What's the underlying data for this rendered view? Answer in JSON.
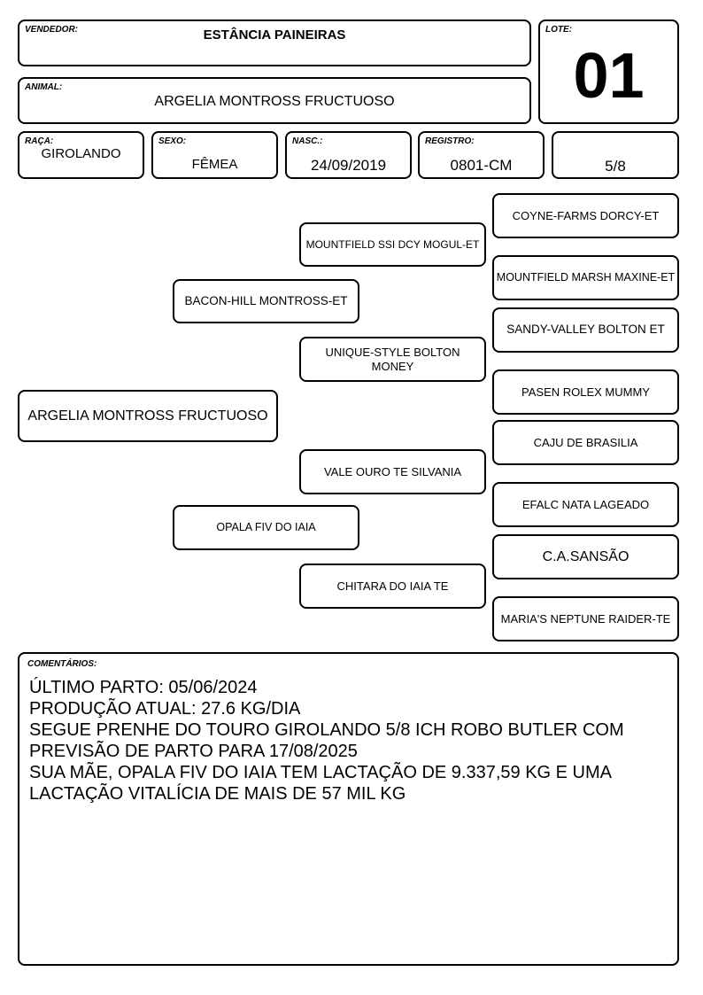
{
  "header": {
    "vendedor_label": "VENDEDOR:",
    "vendedor": "ESTÂNCIA PAINEIRAS",
    "lote_label": "LOTE:",
    "lote": "01",
    "animal_label": "ANIMAL:",
    "animal": "ARGELIA MONTROSS FRUCTUOSO"
  },
  "info": {
    "raca_label": "RAÇA:",
    "raca": "GIROLANDO",
    "sexo_label": "SEXO:",
    "sexo": "FÊMEA",
    "nasc_label": "NASC.:",
    "nasc": "24/09/2019",
    "registro_label": "REGISTRO:",
    "registro": "0801-CM",
    "grau_sangue": "5/8"
  },
  "pedigree": {
    "animal": "ARGELIA MONTROSS FRUCTUOSO",
    "sire": "BACON-HILL MONTROSS-ET",
    "dam": "OPALA FIV DO IAIA",
    "sire_sire": "MOUNTFIELD SSI DCY MOGUL-ET",
    "sire_dam": "UNIQUE-STYLE BOLTON MONEY",
    "dam_sire": "VALE OURO TE SILVANIA",
    "dam_dam": "CHITARA DO IAIA TE",
    "ss_sire": "COYNE-FARMS DORCY-ET",
    "ss_dam": "MOUNTFIELD MARSH MAXINE-ET",
    "sd_sire": "SANDY-VALLEY BOLTON ET",
    "sd_dam": "PASEN ROLEX MUMMY",
    "ds_sire": "CAJU DE BRASILIA",
    "ds_dam": "EFALC NATA LAGEADO",
    "dd_sire": "C.A.SANSÃO",
    "dd_dam": "MARIA'S NEPTUNE RAIDER-TE"
  },
  "comentarios": {
    "label": "COMENTÁRIOS:",
    "lines": [
      "ÚLTIMO PARTO: 05/06/2024",
      "PRODUÇÃO ATUAL: 27.6 KG/DIA",
      "SEGUE PRENHE DO TOURO GIROLANDO 5/8 ICH ROBO BUTLER COM PREVISÃO DE PARTO PARA 17/08/2025",
      "SUA MÃE, OPALA FIV DO IAIA TEM LACTAÇÃO DE 9.337,59 KG E UMA LACTAÇÃO VITALÍCIA DE MAIS DE 57 MIL KG"
    ]
  }
}
